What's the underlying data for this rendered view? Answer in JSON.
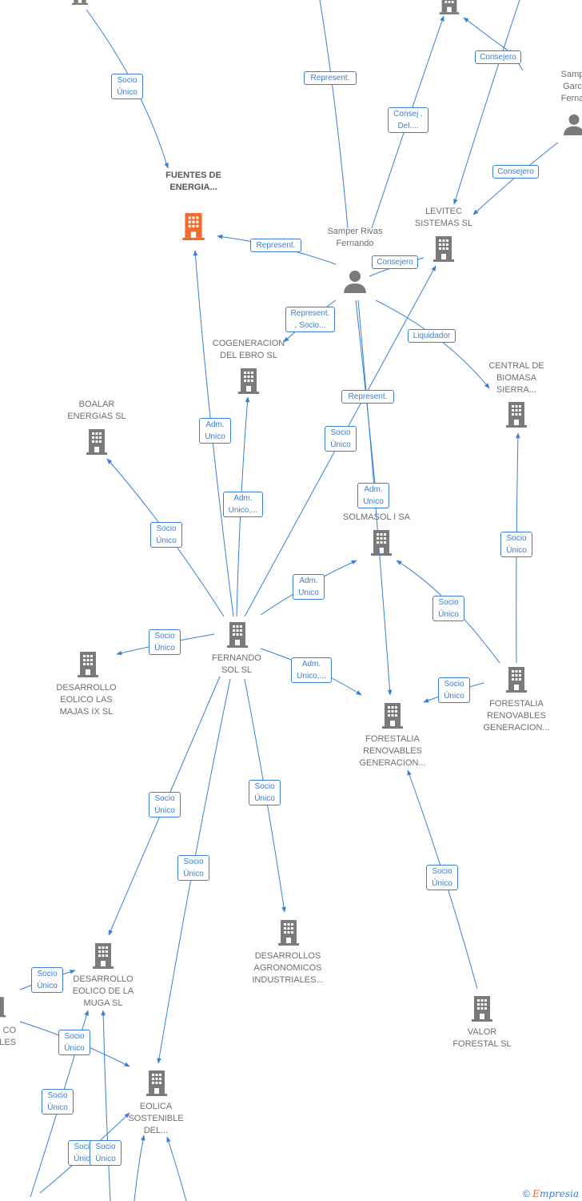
{
  "colors": {
    "edge": "#3a7fd5",
    "node": "#7a7a7a",
    "highlight": "#f26a2e"
  },
  "nodes": {
    "fuentes": "FUENTES DE ENERGIA...",
    "samper_rivas": "Samper Rivas Fernando",
    "samper_garcia": "Samp Garc Ferna",
    "levitec": "LEVITEC SISTEMAS SL",
    "cogeneracion": "COGENERACION DEL EBRO SL",
    "boalar": "BOALAR ENERGIAS SL",
    "central_biomasa": "CENTRAL DE BIOMASA SIERRA...",
    "solmasol": "SOLMASOL I SA",
    "fernando_sol": "FERNANDO SOL SL",
    "desarrollo_majas": "DESARROLLO EOLICO LAS MAJAS IX SL",
    "forestalia_center": "FORESTALIA RENOVABLES GENERACION...",
    "forestalia_right": "FORESTALIA RENOVABLES GENERACION...",
    "desarrollos_agronomicos": "DESARROLLOS AGRONOMICOS INDUSTRIALES...",
    "desarrollo_muga": "DESARROLLO EOLICO DE LA MUGA SL",
    "valor_forestal": "VALOR FORESTAL SL",
    "eolica_sostenible": "EOLICA SOSTENIBLE DEL...",
    "left_partial": "CO BLES"
  },
  "relations": {
    "r1": "Socio Único",
    "r2": "Represent.",
    "r3": "Consej . Del....",
    "r4": "Consejero",
    "r5": "Consejero",
    "r6": "Represent.",
    "r7": "Consejero",
    "r8": "Represent. , Socio...",
    "r9": "Liquidador",
    "r10": "Represent.",
    "r11": "Adm. Unico",
    "r12": "Socio Único",
    "r13": "Adm. Unico",
    "r14": "Adm. Unico,...",
    "r15": "Socio Único",
    "r16": "Socio Único",
    "r17": "Adm. Unico",
    "r18": "Socio Único",
    "r19": "Socio Único",
    "r20": "Adm. Unico,...",
    "r21": "Socio Único",
    "r22": "Socio Único",
    "r23": "Socio Único",
    "r24": "Socio Único",
    "r25": "Socio Único",
    "r26": "Socio Único",
    "r27": "Socio Único",
    "r28": "Socio Único",
    "r29": "Socio Único",
    "r30": "Socio Único"
  },
  "footer": {
    "copyright": "©",
    "brand_initial": "E",
    "brand_rest": "mpresia"
  }
}
